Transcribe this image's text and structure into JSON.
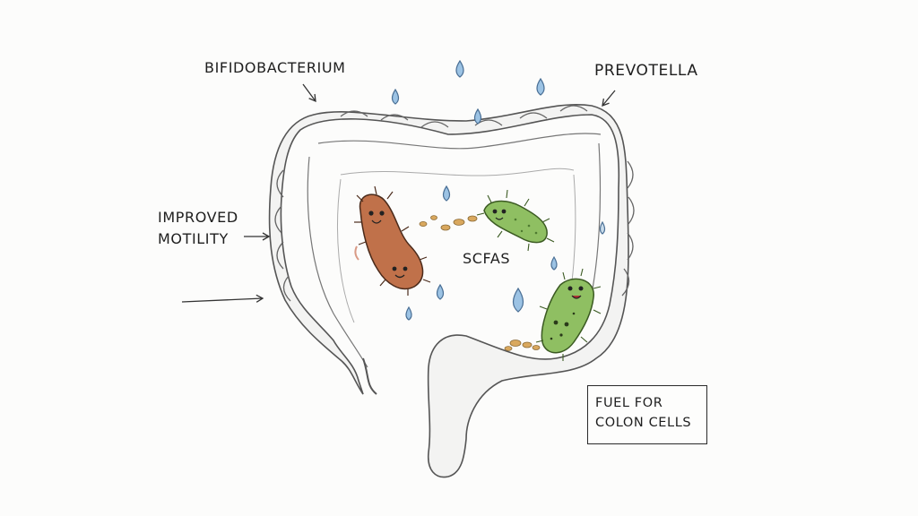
{
  "labels": {
    "bifidobacterium": "BIFIDOBACTERIUM",
    "prevotella": "PREVOTELLA",
    "motility_line1": "IMPROVED",
    "motility_line2": "MOTILITY",
    "scfas": "SCFAS",
    "fuel_line1": "FUEL FOR",
    "fuel_line2": "COLON CELLS"
  },
  "icons": [
    "colon-icon",
    "bifidobacterium-bacterium-icon",
    "prevotella-bacterium-icon",
    "water-droplet-icon",
    "scfa-particle-icon",
    "arrow-icon"
  ],
  "colors": {
    "bifidobacterium": "#c0714a",
    "prevotella": "#8fbf62",
    "droplet": "#9cc3e4",
    "scfa_particle": "#d9a85e",
    "outline": "#3a3a3a"
  }
}
